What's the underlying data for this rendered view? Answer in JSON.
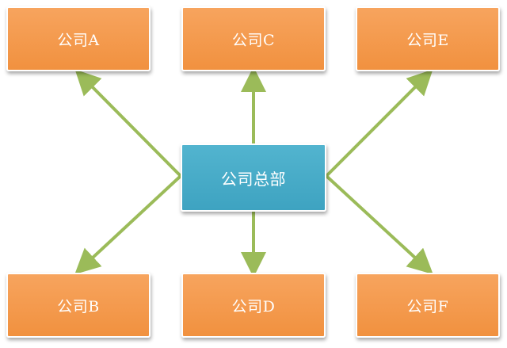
{
  "diagram": {
    "headquarters": {
      "label": "公司总部"
    },
    "companies": {
      "a": {
        "label": "公司A"
      },
      "b": {
        "label": "公司B"
      },
      "c": {
        "label": "公司C"
      },
      "d": {
        "label": "公司D"
      },
      "e": {
        "label": "公司E"
      },
      "f": {
        "label": "公司F"
      }
    }
  },
  "colors": {
    "company_box": "#f29846",
    "headquarters_box": "#46a9c7",
    "arrow": "#9bbb59",
    "box_border": "#ffffff",
    "text": "#ffffff"
  }
}
